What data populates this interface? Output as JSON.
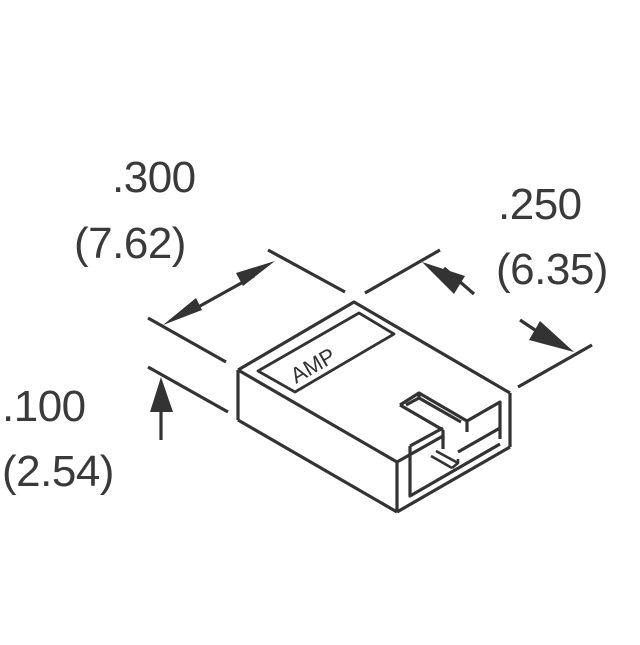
{
  "figure": {
    "type": "mechanical-dimension-drawing",
    "subject": "shunt jumper connector, isometric view",
    "line_color": "#333333",
    "background": "#ffffff"
  },
  "part": {
    "label": "AMP"
  },
  "dimensions": {
    "width": {
      "inches": ".300",
      "mm": "(7.62)"
    },
    "depth": {
      "inches": ".250",
      "mm": "(6.35)"
    },
    "height": {
      "inches": ".100",
      "mm": "(2.54)"
    }
  }
}
